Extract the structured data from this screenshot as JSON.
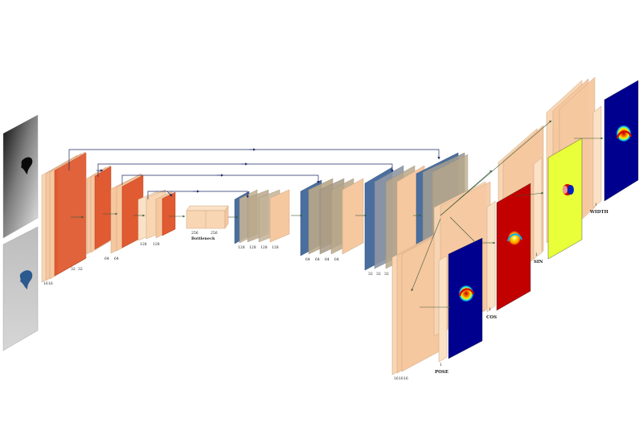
{
  "inputs": [
    "depth-image",
    "rgb-image"
  ],
  "encoder": [
    {
      "id": "enc1",
      "dims": [
        "16",
        "16",
        "32",
        "32"
      ]
    },
    {
      "id": "enc2",
      "dims": [
        "64",
        "64"
      ]
    },
    {
      "id": "enc3",
      "dims": [
        "128",
        "128"
      ]
    }
  ],
  "bottleneck": {
    "label": "Bottleneck",
    "dims": [
      "256",
      "256"
    ]
  },
  "decoder": [
    {
      "id": "dec1",
      "dims": [
        "128",
        "128",
        "128",
        "128"
      ]
    },
    {
      "id": "dec2",
      "dims": [
        "64",
        "64",
        "64",
        "64"
      ]
    },
    {
      "id": "dec3",
      "dims": [
        "32",
        "32",
        "32"
      ]
    },
    {
      "id": "dec4",
      "dims": [
        "16",
        "16",
        "16"
      ]
    }
  ],
  "outputs": [
    {
      "label": "POSE",
      "dim": "1",
      "map": "jet-pose"
    },
    {
      "label": "COS",
      "dim": "1",
      "map": "jet-cos"
    },
    {
      "label": "SIN",
      "dim": "1",
      "map": "jet-sin"
    },
    {
      "label": "WIDTH",
      "dim": "1",
      "map": "jet-width"
    }
  ],
  "colors": {
    "encoder_face": "#e05a32",
    "light_block": "#f6c8a0",
    "decoder_face": "#4a6f9e",
    "decoder_side": "#b9a88a",
    "arrow": "#1e2b66"
  }
}
